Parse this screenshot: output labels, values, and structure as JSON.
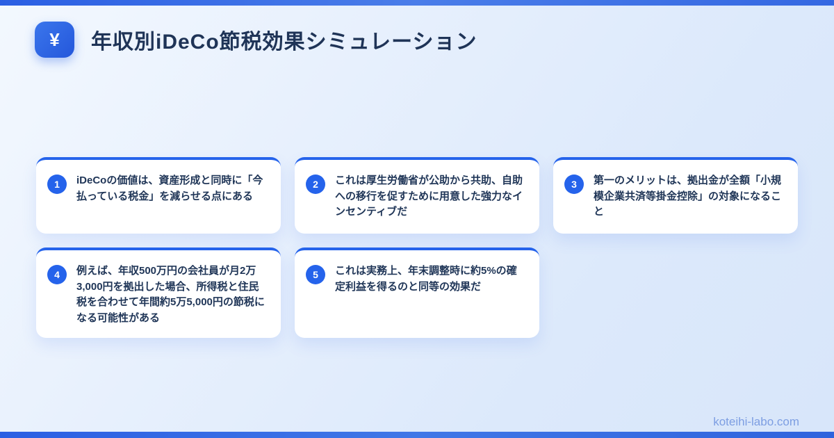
{
  "page": {
    "title": "年収別iDeCo節税効果シミュレーション",
    "icon_glyph": "¥",
    "watermark": "koteihi-labo.com"
  },
  "colors": {
    "accent_blue": "#2563eb",
    "bar_blue": "#3568e2",
    "text_navy": "#1f3557",
    "watermark_blue": "#7d9ee2",
    "card_bg": "#ffffff",
    "page_bg_start": "#f3f8fe",
    "page_bg_end": "#d8e6fa"
  },
  "cards": [
    {
      "number": "1",
      "text": "iDeCoの価値は、資産形成と同時に「今払っている税金」を減らせる点にある"
    },
    {
      "number": "2",
      "text": "これは厚生労働省が公助から共助、自助への移行を促すために用意した強力なインセンティブだ"
    },
    {
      "number": "3",
      "text": "第一のメリットは、拠出金が全額「小規模企業共済等掛金控除」の対象になること"
    },
    {
      "number": "4",
      "text": "例えば、年収500万円の会社員が月2万3,000円を拠出した場合、所得税と住民税を合わせて年間約5万5,000円の節税になる可能性がある"
    },
    {
      "number": "5",
      "text": "これは実務上、年末調整時に約5%の確定利益を得るのと同等の効果だ"
    }
  ]
}
